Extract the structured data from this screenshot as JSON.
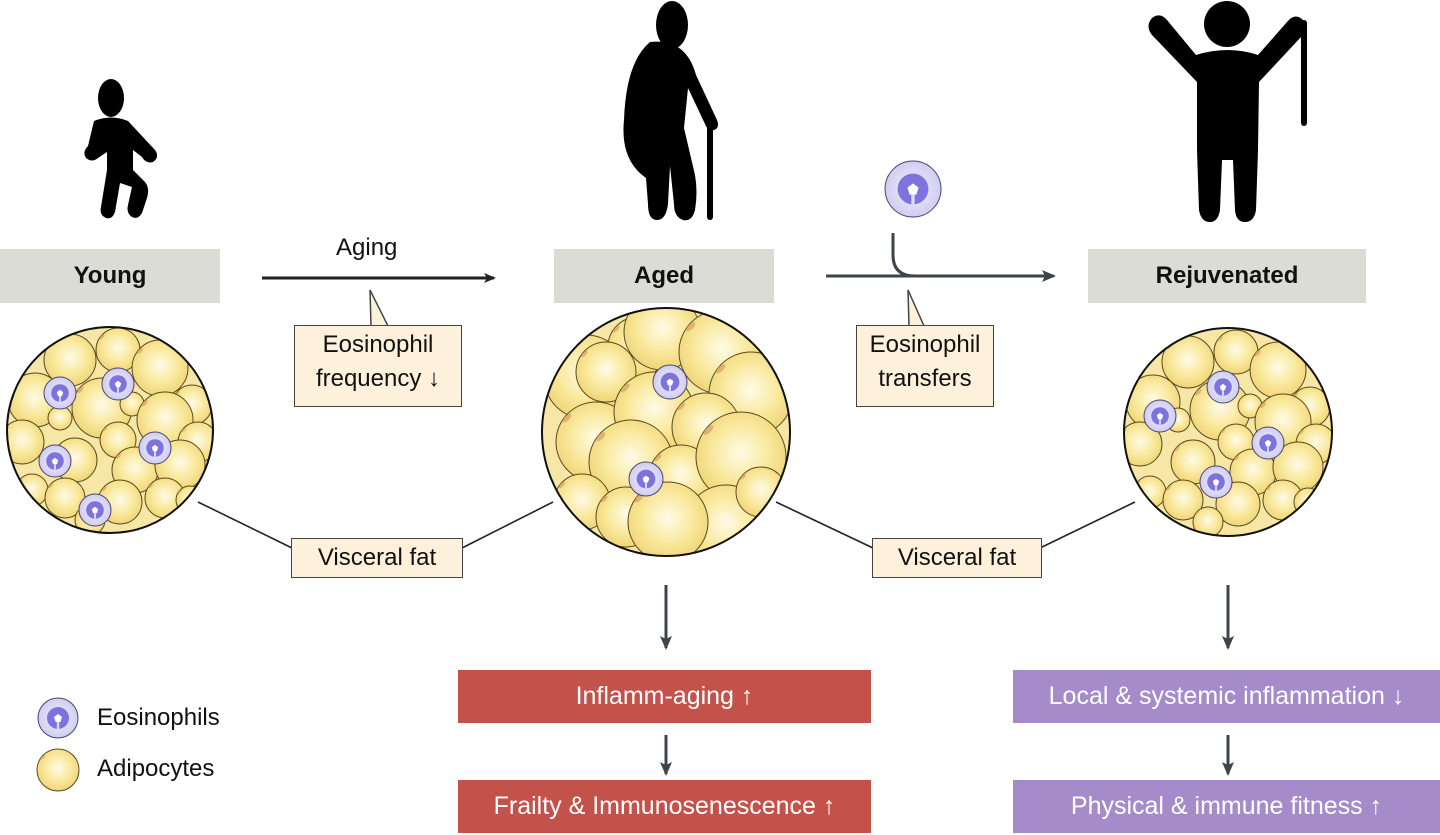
{
  "stages": [
    {
      "id": "young",
      "label": "Young",
      "icon": "child-figure-icon"
    },
    {
      "id": "aged",
      "label": "Aged",
      "icon": "elderly-with-cane-icon"
    },
    {
      "id": "rejuvenated",
      "label": "Rejuvenated",
      "icon": "person-arms-raised-icon"
    }
  ],
  "transitions": [
    {
      "label": "Aging",
      "callout": [
        "Eosinophil",
        "frequency ↓"
      ]
    },
    {
      "label": "",
      "callout": [
        "Eosinophil",
        "transfers"
      ],
      "icon": "eosinophil-cell-icon"
    }
  ],
  "tissue_labels": [
    "Visceral fat",
    "Visceral fat"
  ],
  "outcomes": {
    "aged": [
      "Inflamm-aging ↑",
      "Frailty & Immunosenescence ↑"
    ],
    "rejuvenated": [
      "Local & systemic inflammation ↓",
      "Physical & immune fitness ↑"
    ]
  },
  "legend": [
    {
      "label": "Eosinophils",
      "icon": "eosinophil-icon"
    },
    {
      "label": "Adipocytes",
      "icon": "adipocyte-icon"
    }
  ],
  "colors": {
    "stage_bg": "#dcdcd7",
    "callout_bg": "#fdf1dc",
    "aged_outcome": "#c3524b",
    "rejuvenated_outcome": "#a58bca",
    "adipocyte_fill": "#f7e48f",
    "eosinophil_fill": "#dcdaf5",
    "eosinophil_nucleus": "#7d72de",
    "arrow": "#3d444b"
  }
}
